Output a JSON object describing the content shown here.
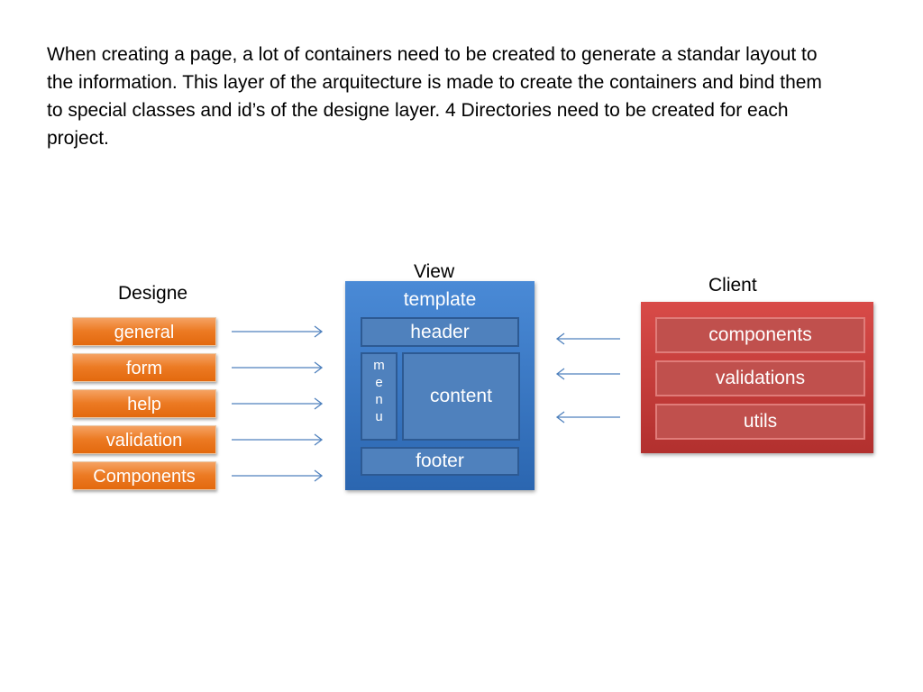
{
  "description_text": "When creating a page, a lot of containers need to be created to generate a standar layout  to the information. This layer of the arquitecture is made to create the containers and bind them to special classes and id’s of the designe layer. 4 Directories need to be created for each project.",
  "designe": {
    "title": "Designe",
    "items": [
      "general",
      "form",
      "help",
      "validation",
      "Components"
    ]
  },
  "view": {
    "title": "View",
    "template_label": "template",
    "header_label": "header",
    "menu_letters": [
      "m",
      "e",
      "n",
      "u"
    ],
    "content_label": "content",
    "footer_label": "footer"
  },
  "client": {
    "title": "Client",
    "items": [
      "components",
      "validations",
      "utils"
    ]
  },
  "colors": {
    "designe_box": "#ec7a23",
    "view_box": "#3a78c8",
    "view_inner": "#4f81bd",
    "client_box": "#c0504d",
    "arrow": "#4f81bd"
  }
}
